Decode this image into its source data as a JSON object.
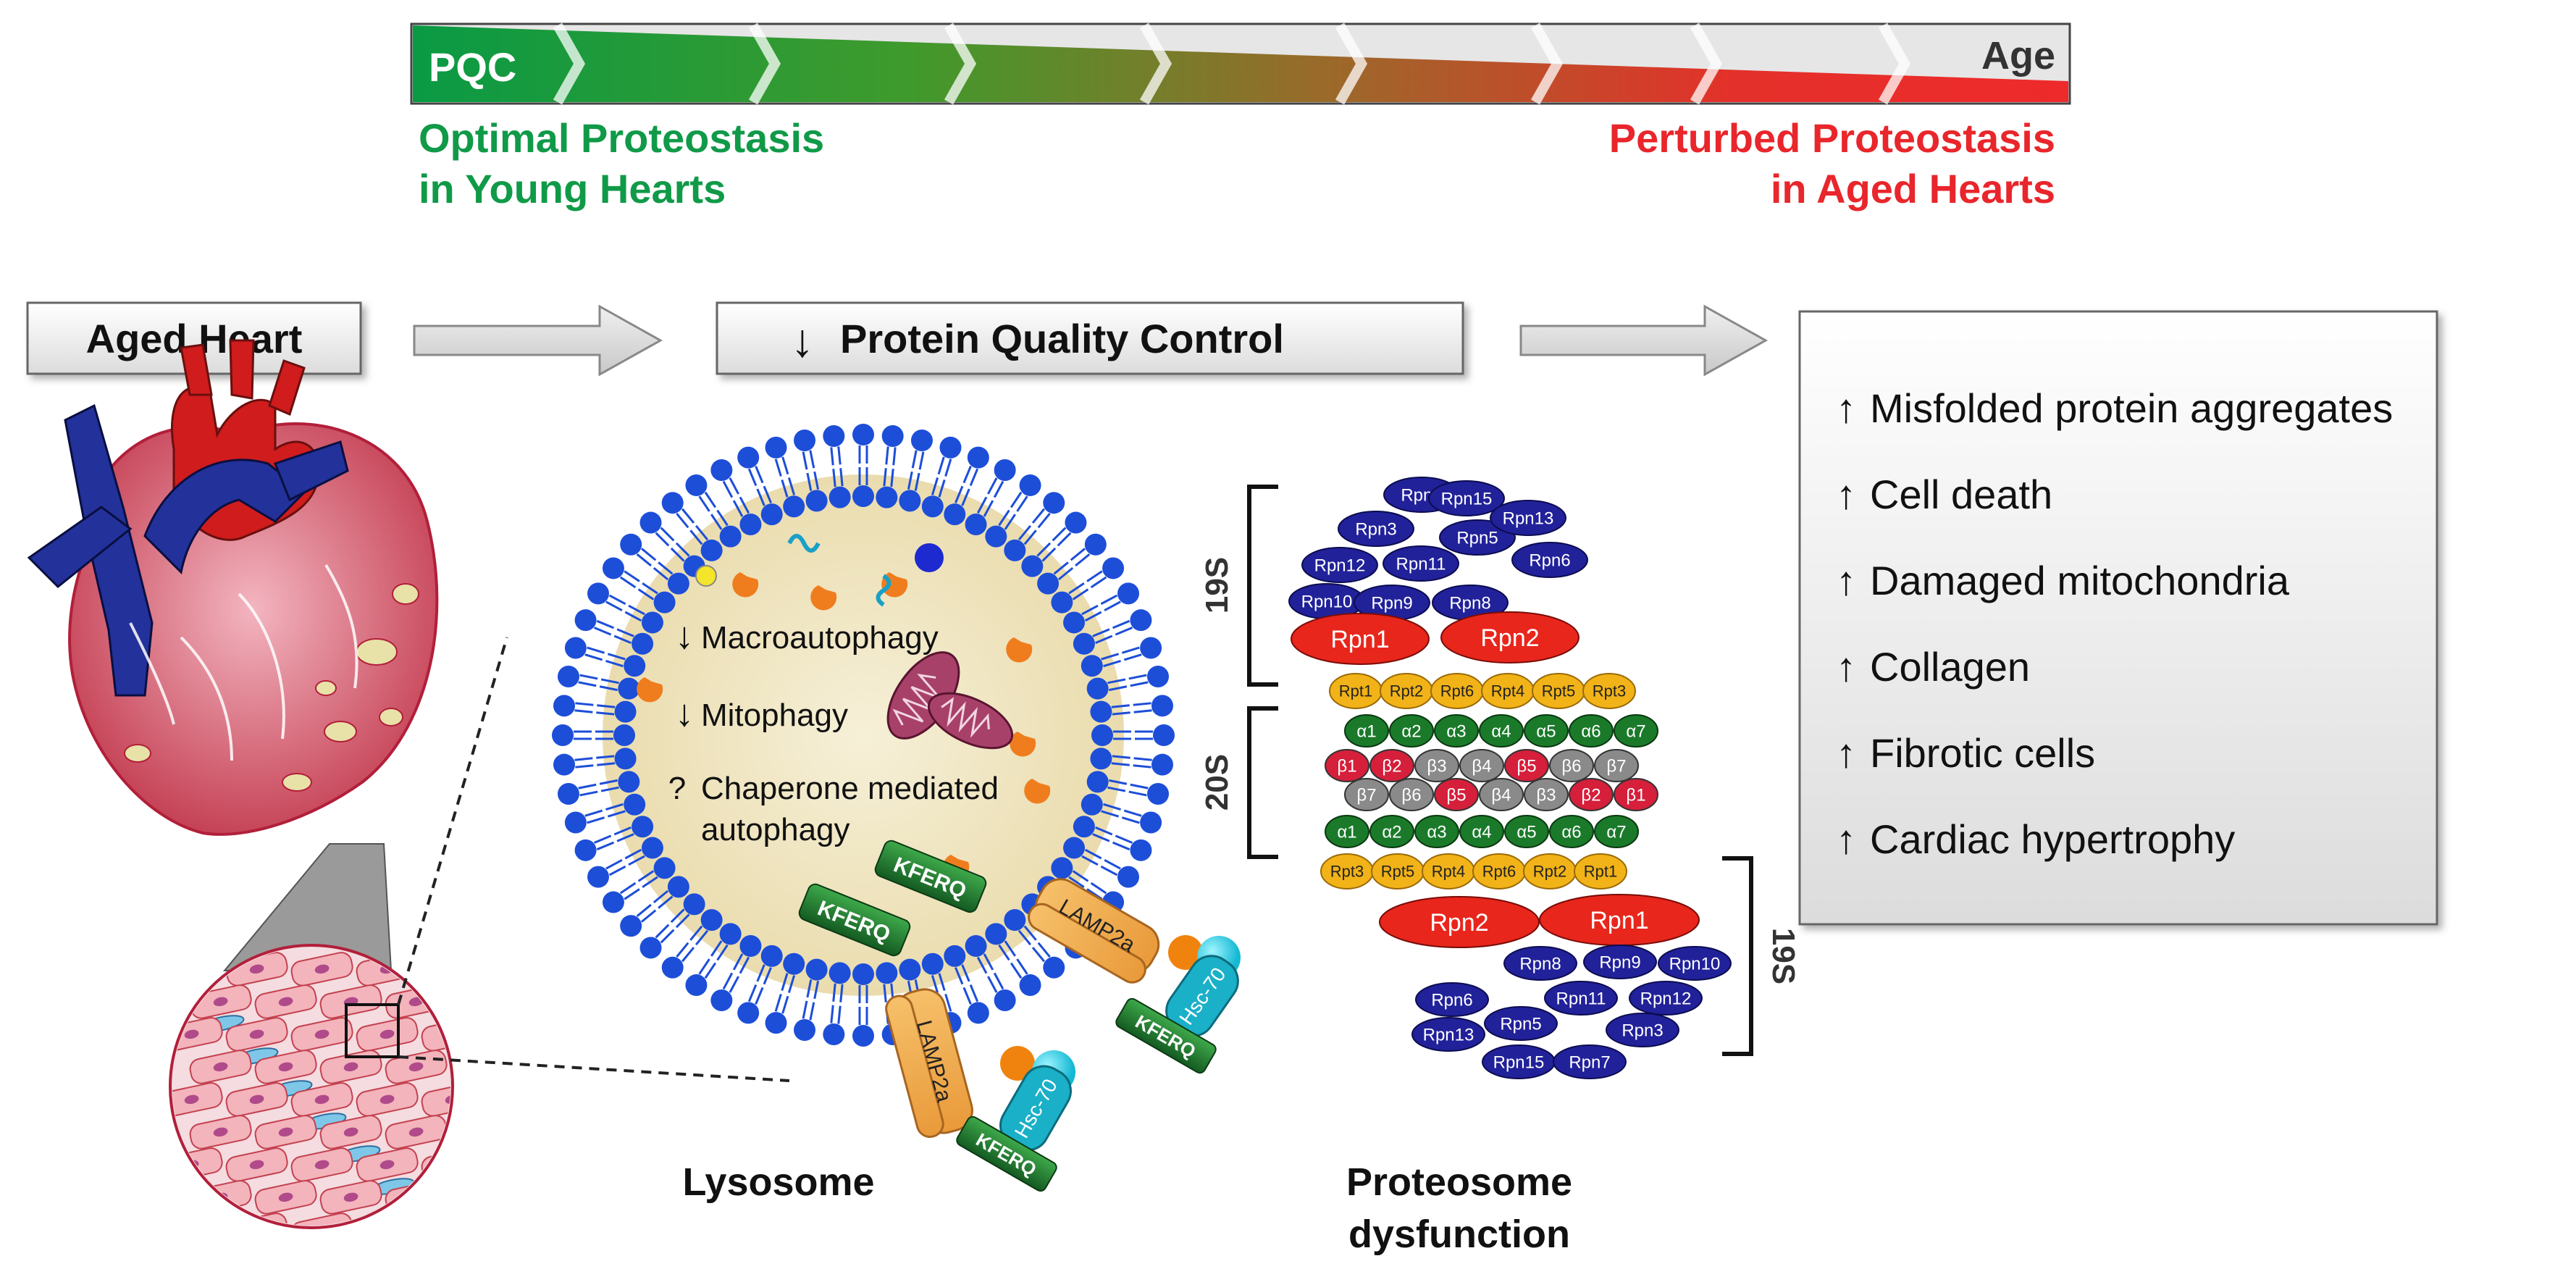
{
  "top_banner": {
    "pqc_label": "PQC",
    "age_label": "Age",
    "left_caption_line1": "Optimal Proteostasis",
    "left_caption_line2": "in Young Hearts",
    "right_caption_line1": "Perturbed Proteostasis",
    "right_caption_line2": "in Aged Hearts"
  },
  "flow": {
    "aged_heart": "Aged Heart",
    "pqc_box_arrow": "↓",
    "pqc_box": "Protein Quality Control"
  },
  "lysosome": {
    "title": "Lysosome",
    "processes": [
      {
        "symbol": "↓",
        "text": "Macroautophagy"
      },
      {
        "symbol": "↓",
        "text": "Mitophagy"
      },
      {
        "symbol": "?",
        "text": "Chaperone mediated",
        "text2": "autophagy"
      }
    ],
    "kferq": "KFERQ",
    "lamp2a": "LAMP2a",
    "hsc70": "Hsc-70"
  },
  "proteasome": {
    "title_line1": "Proteosome",
    "title_line2": "dysfunction",
    "bracket_19s_top": "19S",
    "bracket_20s": "20S",
    "bracket_19s_bottom": "19S",
    "rpn_top": [
      "Rpn7",
      "Rpn15",
      "Rpn3",
      "Rpn5",
      "Rpn13",
      "Rpn12",
      "Rpn11",
      "Rpn6",
      "Rpn10",
      "Rpn9",
      "Rpn8"
    ],
    "rpn_big_top": [
      "Rpn1",
      "Rpn2"
    ],
    "rpt_top": [
      "Rpt1",
      "Rpt2",
      "Rpt6",
      "Rpt4",
      "Rpt5",
      "Rpt3"
    ],
    "alpha_top": [
      "α1",
      "α2",
      "α3",
      "α4",
      "α5",
      "α6",
      "α7"
    ],
    "beta_top": [
      "β1",
      "β2",
      "β3",
      "β4",
      "β5",
      "β6",
      "β7"
    ],
    "beta_bottom": [
      "β7",
      "β6",
      "β5",
      "β4",
      "β3",
      "β2",
      "β1"
    ],
    "alpha_bottom": [
      "α1",
      "α2",
      "α3",
      "α4",
      "α5",
      "α6",
      "α7"
    ],
    "rpt_bottom": [
      "Rpt3",
      "Rpt5",
      "Rpt4",
      "Rpt6",
      "Rpt2",
      "Rpt1"
    ],
    "rpn_big_bottom": [
      "Rpn2",
      "Rpn1"
    ],
    "rpn_bottom": [
      "Rpn8",
      "Rpn9",
      "Rpn10",
      "Rpn6",
      "Rpn11",
      "Rpn12",
      "Rpn13",
      "Rpn5",
      "Rpn3",
      "Rpn15",
      "Rpn7"
    ]
  },
  "outcomes": [
    {
      "arrow": "↑",
      "text": "Misfolded protein aggregates"
    },
    {
      "arrow": "↑",
      "text": "Cell death"
    },
    {
      "arrow": "↑",
      "text": "Damaged mitochondria"
    },
    {
      "arrow": "↑",
      "text": "Collagen"
    },
    {
      "arrow": "↑",
      "text": "Fibrotic cells"
    },
    {
      "arrow": "↑",
      "text": "Cardiac hypertrophy"
    }
  ],
  "colors": {
    "green": "#109a48",
    "red": "#e8262b",
    "navy": "#1f1f8c",
    "membrane_blue": "#1d4ed8",
    "rpt_yellow": "#f2b318",
    "alpha_green": "#1a7a2a",
    "beta_red": "#d51f3b",
    "beta_gray": "#8a8a8a"
  }
}
